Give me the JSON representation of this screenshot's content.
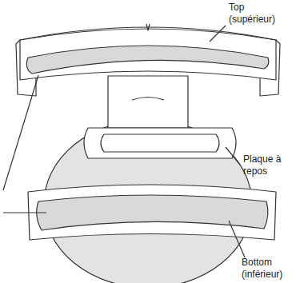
{
  "diagram": {
    "labels": [
      "Top (supérieur)",
      "Plaque à repos",
      "Bottom (inférieur)"
    ]
  }
}
